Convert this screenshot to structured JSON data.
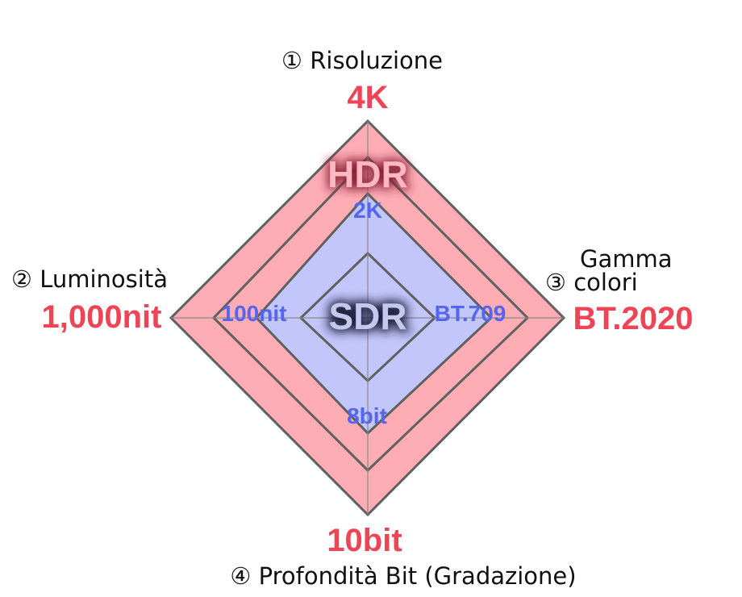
{
  "colors": {
    "hdr_fill": "#ffadb5",
    "sdr_fill": "#c2c6fb",
    "outline": "#606060",
    "axis_line": "#8a8a8a",
    "hdr_text": "#ee4455",
    "sdr_text": "#5566ee",
    "label_text": "#111111"
  },
  "axes": {
    "top": {
      "label": "① Risoluzione",
      "hdr_value": "4K",
      "sdr_value": "2K"
    },
    "left": {
      "label": "② Luminosità",
      "hdr_value": "1,000nit",
      "sdr_value": "100nit"
    },
    "right": {
      "label_line1": "Gamma",
      "label_line2": "③ colori",
      "hdr_value": "BT.2020",
      "sdr_value": "BT.709"
    },
    "bottom": {
      "label": "④ Profondità Bit (Gradazione)",
      "hdr_value": "10bit",
      "sdr_value": "8bit"
    }
  },
  "badges": {
    "hdr": "HDR",
    "sdr": "SDR"
  }
}
